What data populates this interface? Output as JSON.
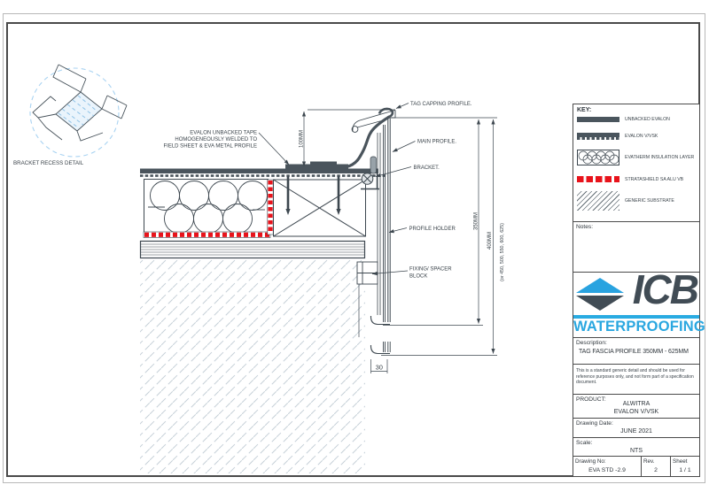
{
  "page": {
    "detail_label": "BRACKET RECESS DETAIL"
  },
  "drawing": {
    "note_tape_line1": "EVALON UNBACKED TAPE",
    "note_tape_line2": "HOMOGENEOUSLY WELDED TO",
    "note_tape_line3": "FIELD SHEET & EVA METAL PROFILE",
    "label_tag_capping": "TAG CAPPING PROFILE.",
    "label_main_profile": "MAIN PROFILE.",
    "label_bracket": "BRACKET.",
    "label_profile_holder": "PROFILE HOLDER",
    "label_fixing_line1": "FIXING/ SPACER",
    "label_fixing_line2": "BLOCK",
    "dim_100": "100MM",
    "dim_350": "350MM",
    "dim_400": "400MM",
    "dim_400_options": "(or 450, 500, 550, 600, 625)",
    "dim_30": "30"
  },
  "key": {
    "title": "KEY:",
    "items": [
      {
        "swatch": "unbacked-evalon",
        "label": "UNBACKED EVALON"
      },
      {
        "swatch": "evalon-vvsk",
        "label": "EVALON V/VSK"
      },
      {
        "swatch": "evatherm-insulation",
        "label": "EVATHERM INSULATION LAYER"
      },
      {
        "swatch": "stratashield-sa-alu-vb",
        "label": "STRATASHIELD SA ALU VB"
      },
      {
        "swatch": "generic-substrate",
        "label": "GENERIC SUBSTRATE"
      }
    ]
  },
  "notes": {
    "label": "Notes:"
  },
  "brand": {
    "name": "ICB",
    "tagline": "WATERPROOFING",
    "blue": "#29a3e0",
    "cyan": "#29abe2",
    "dark": "#414c55"
  },
  "titleblock": {
    "description_label": "Description:",
    "description_value": "TAG FASCIA PROFILE 350MM - 625MM",
    "disclaimer": "This is a standard generic detail and should be used for reference purposes only, and not form part of a specification document.",
    "product_label": "PRODUCT:",
    "product_line1": "ALWITRA",
    "product_line2": "EVALON V/VSK",
    "date_label": "Drawing Date:",
    "date_value": "JUNE 2021",
    "scale_label": "Scale:",
    "scale_value": "NTS",
    "drawing_no_label": "Drawing No:",
    "drawing_no_value": "EVA STD -2.9",
    "rev_label": "Rev.",
    "rev_value": "2",
    "sheet_label": "Sheet",
    "sheet_value": "1 / 1"
  },
  "colors": {
    "line": "#3d474f",
    "membrane": "#4a545c",
    "vb_red": "#e8131b",
    "detail_blue": "#a9d3f2",
    "substrate_hatch": "#c6d0d8"
  }
}
